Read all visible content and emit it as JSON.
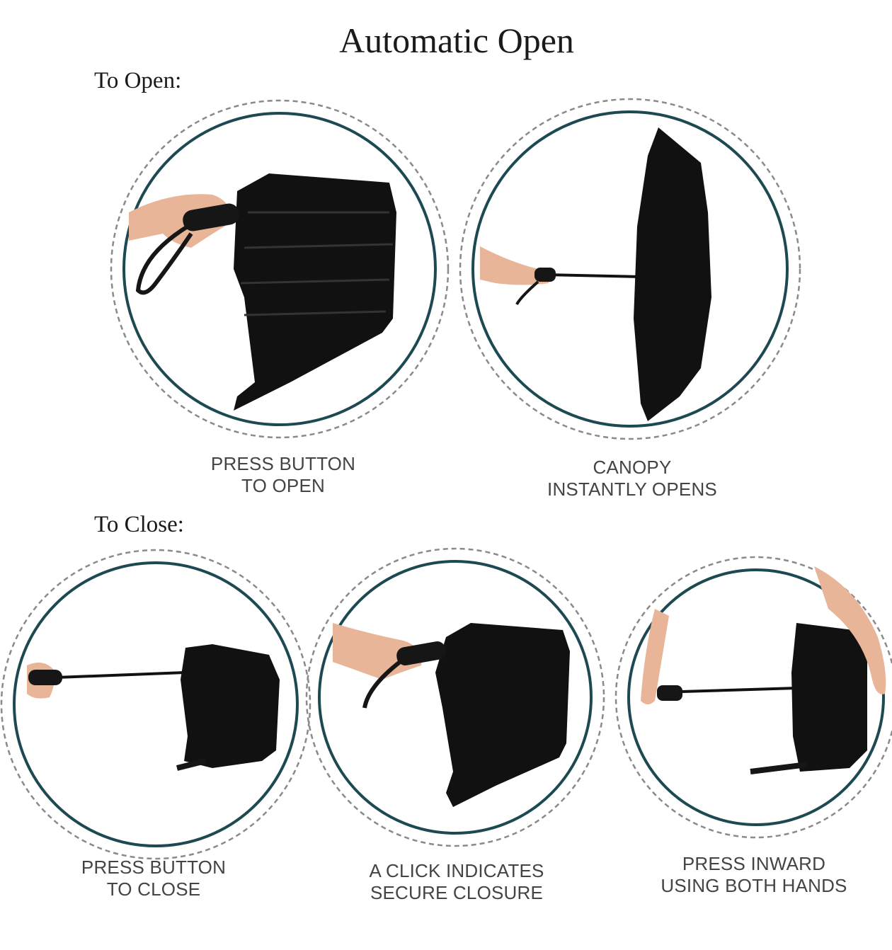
{
  "title": "Automatic Open",
  "sections": {
    "open": "To Open:",
    "close": "To Close:"
  },
  "steps": [
    {
      "line1": "PRESS BUTTON",
      "line2": "TO OPEN"
    },
    {
      "line1": "CANOPY",
      "line2": "INSTANTLY OPENS"
    },
    {
      "line1": "PRESS BUTTON",
      "line2": "TO CLOSE"
    },
    {
      "line1": "A CLICK INDICATES",
      "line2": "SECURE CLOSURE"
    },
    {
      "line1": "PRESS INWARD",
      "line2": "USING BOTH HANDS"
    }
  ],
  "colors": {
    "ring": "#1d4a52",
    "dashed": "#8a8a8a",
    "canopy": "#111111",
    "skin": "#e8b598"
  }
}
